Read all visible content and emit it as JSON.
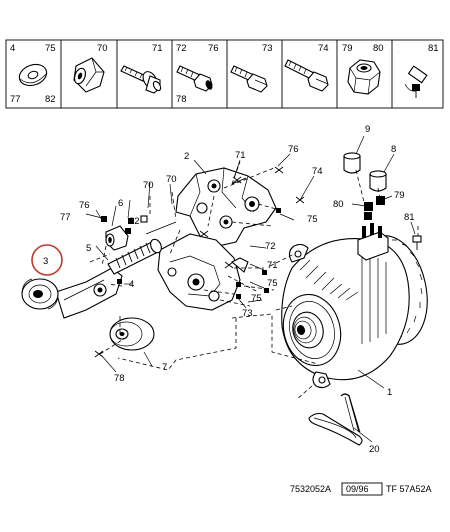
{
  "legend": {
    "cells": [
      {
        "labels": [
          "4",
          "75",
          "77",
          "82"
        ],
        "icon": "washer-icon"
      },
      {
        "labels": [
          "70"
        ],
        "icon": "bushing-icon"
      },
      {
        "labels": [
          "71"
        ],
        "icon": "bolt-with-washer-icon"
      },
      {
        "labels": [
          "72",
          "76",
          "78"
        ],
        "icon": "bolt-icon"
      },
      {
        "labels": [
          "73"
        ],
        "icon": "bolt-icon"
      },
      {
        "labels": [
          "74"
        ],
        "icon": "long-bolt-icon"
      },
      {
        "labels": [
          "79",
          "80"
        ],
        "icon": "hex-nut-icon"
      },
      {
        "labels": [
          "81"
        ],
        "icon": "cable-tie-icon"
      }
    ]
  },
  "callouts": {
    "c1": "1",
    "c2": "2",
    "c3": "3",
    "c4": "4",
    "c5": "5",
    "c6": "6",
    "c7": "7",
    "c8": "8",
    "c9": "9",
    "c20": "20",
    "c70a": "70",
    "c70b": "70",
    "c71a": "71",
    "c71b": "71",
    "c72": "72",
    "c73": "73",
    "c74": "74",
    "c75a": "75",
    "c75b": "75",
    "c75c": "75",
    "c76a": "76",
    "c76b": "76",
    "c77": "77",
    "c78": "78",
    "c79": "79",
    "c80": "80",
    "c81": "81",
    "c82": "82"
  },
  "footer": {
    "ref": "7532052A",
    "date": "09/96",
    "code": "TF 57A52A"
  },
  "colors": {
    "highlight_circle": "#c0392b"
  }
}
